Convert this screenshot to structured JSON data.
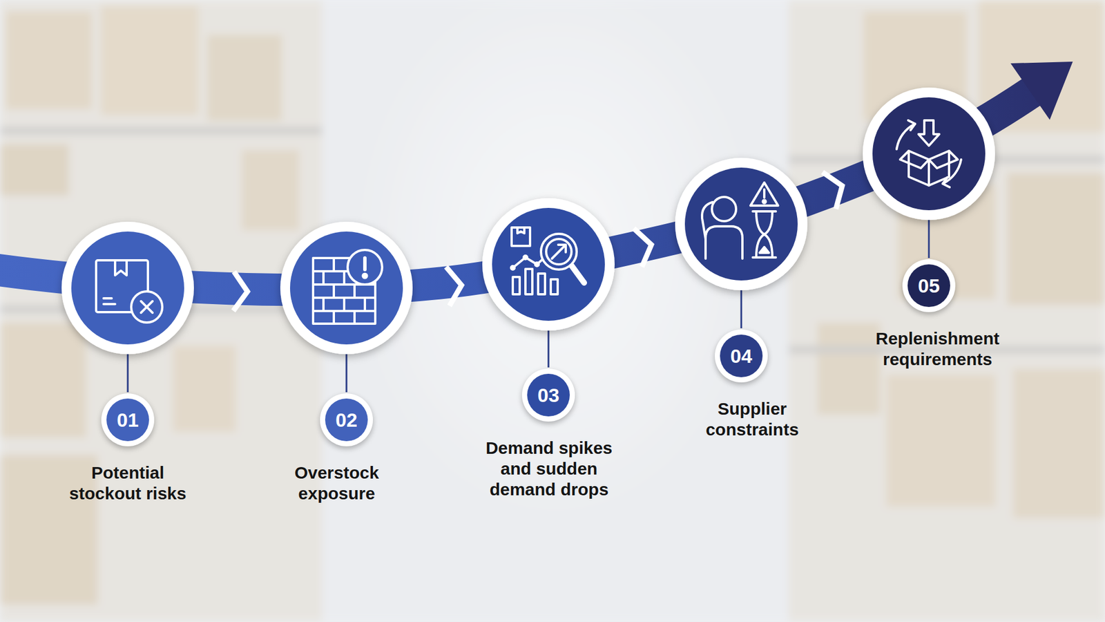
{
  "diagram": {
    "nodes": [
      {
        "text": [
          "01",
          "Potential stockout risks"
        ]
      },
      {
        "text": [
          "02",
          "Overstock exposure"
        ]
      },
      {
        "text": [
          "03",
          "Demand spikes and sudden demand drops"
        ]
      },
      {
        "text": [
          "04",
          "Supplier constraints"
        ]
      },
      {
        "text": [
          "05",
          "Replenishment requirements"
        ]
      }
    ]
  }
}
